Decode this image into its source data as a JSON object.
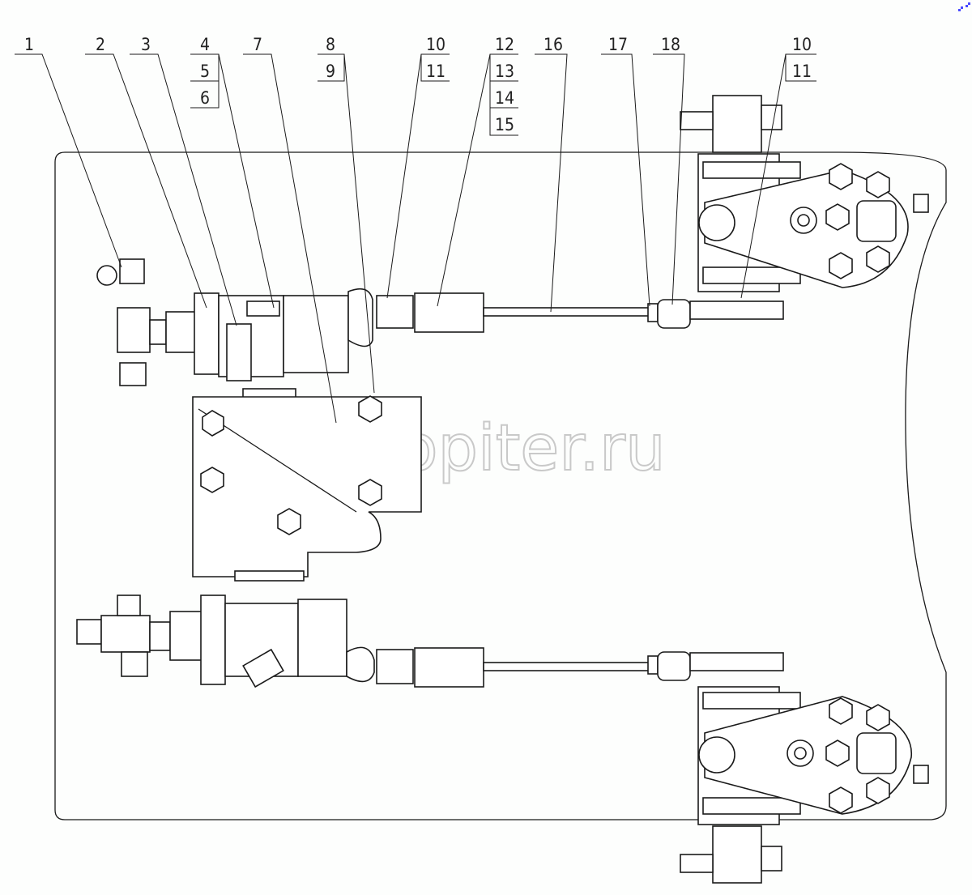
{
  "diagram": {
    "callouts": {
      "c1": "1",
      "c2": "2",
      "c3": "3",
      "c4": "4",
      "c5": "5",
      "c6": "6",
      "c7": "7",
      "c8": "8",
      "c9": "9",
      "c10a": "10",
      "c11a": "11",
      "c12": "12",
      "c13": "13",
      "c14": "14",
      "c15": "15",
      "c16": "16",
      "c17": "17",
      "c18": "18",
      "c10b": "10",
      "c11b": "11"
    },
    "watermark": "autopiter.ru",
    "watermark_logo": "a>"
  },
  "colors": {
    "line": "#1a1a1a",
    "watermark": "#c9c9c9",
    "corner_mark": "#4a4aff"
  }
}
